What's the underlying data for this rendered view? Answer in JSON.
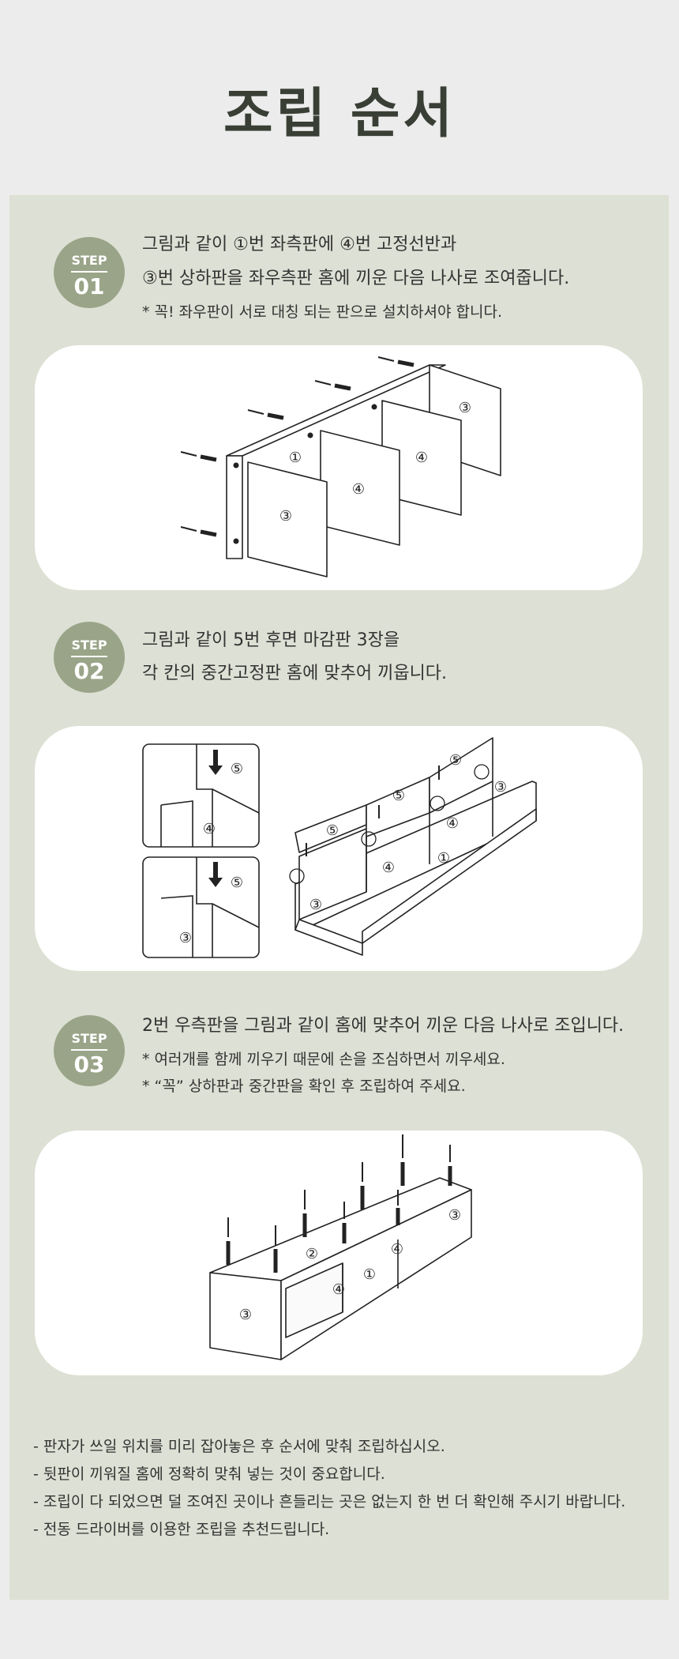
{
  "title": "조립 순서",
  "steps": [
    {
      "label": "STEP",
      "num": "01",
      "lines": [
        "그림과 같이 ①번 좌측판에 ④번 고정선반과",
        "③번 상하판을 좌우측판 홈에 끼운 다음 나사로 조여줍니다."
      ],
      "notes": [
        "* 꼭! 좌우판이 서로 대칭 되는 판으로 설치하셔야 합니다."
      ]
    },
    {
      "label": "STEP",
      "num": "02",
      "lines": [
        "그림과 같이 5번 후면 마감판 3장을",
        "각 칸의 중간고정판 홈에 맞추어 끼웁니다."
      ],
      "notes": []
    },
    {
      "label": "STEP",
      "num": "03",
      "lines": [
        "2번 우측판을 그림과 같이 홈에 맞추어 끼운 다음 나사로 조입니다."
      ],
      "notes": [
        "* 여러개를 함께 끼우기 때문에 손을 조심하면서 끼우세요.",
        "* “꼭” 상하판과 중간판을 확인 후 조립하여 주세요."
      ]
    }
  ],
  "figure_labels": {
    "one": "①",
    "two": "②",
    "three": "③",
    "four": "④",
    "five": "⑤"
  },
  "footer_notes": [
    "- 판자가 쓰일 위치를 미리 잡아놓은 후 순서에 맞춰 조립하십시오.",
    "- 뒷판이 끼워질 홈에 정확히 맞춰 넣는 것이 중요합니다.",
    "- 조립이 다 되었으면 덜 조여진 곳이나 흔들리는 곳은 없는지 한 번 더 확인해 주시기 바랍니다.",
    "- 전동 드라이버를 이용한 조립을 추천드립니다."
  ]
}
